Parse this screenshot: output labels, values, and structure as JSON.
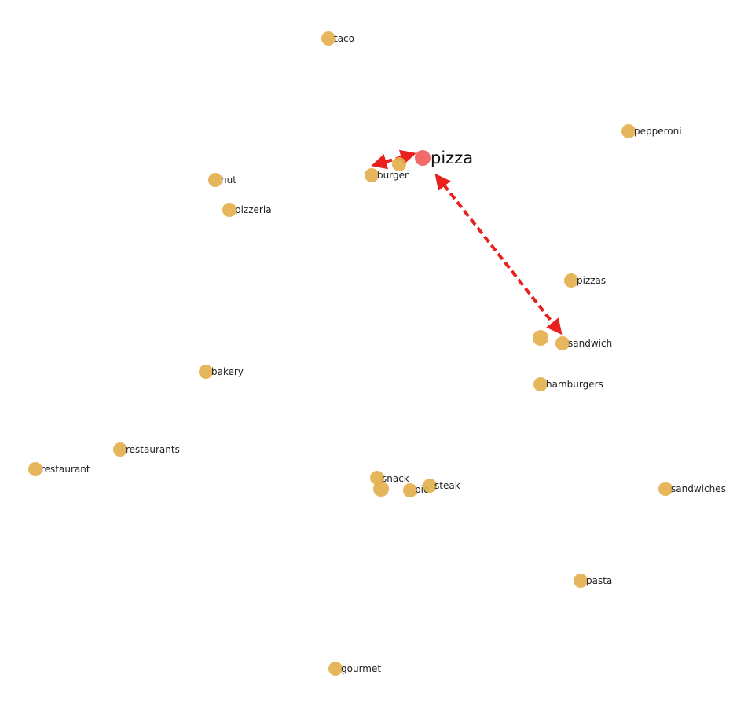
{
  "colors": {
    "point": "#e3b04e",
    "focus_point": "#f26b6b",
    "arrow": "#e8201e",
    "label": "#222222"
  },
  "focus": {
    "id": "pizza",
    "label": "pizza"
  },
  "points": [
    {
      "id": "taco",
      "label": "taco"
    },
    {
      "id": "pepperoni",
      "label": "pepperoni"
    },
    {
      "id": "burger",
      "label": "burger"
    },
    {
      "id": "burger-cluster",
      "label": ""
    },
    {
      "id": "hut",
      "label": "hut"
    },
    {
      "id": "pizzeria",
      "label": "pizzeria"
    },
    {
      "id": "pizzas",
      "label": "pizzas"
    },
    {
      "id": "sandwich-cluster",
      "label": ""
    },
    {
      "id": "sandwich",
      "label": "sandwich"
    },
    {
      "id": "hamburgers",
      "label": "hamburgers"
    },
    {
      "id": "bakery",
      "label": "bakery"
    },
    {
      "id": "restaurants",
      "label": "restaurants"
    },
    {
      "id": "restaurant",
      "label": "restaurant"
    },
    {
      "id": "snack",
      "label": "snack"
    },
    {
      "id": "snack-cluster",
      "label": ""
    },
    {
      "id": "pie",
      "label": "pie"
    },
    {
      "id": "steak",
      "label": "steak"
    },
    {
      "id": "sandwiches",
      "label": "sandwiches"
    },
    {
      "id": "pasta",
      "label": "pasta"
    },
    {
      "id": "gourmet",
      "label": "gourmet"
    }
  ],
  "arrows": [
    {
      "id": "pizza-burger",
      "from": "pizza",
      "to": "burger"
    },
    {
      "id": "pizza-sandwich",
      "from": "pizza",
      "to": "sandwich"
    }
  ]
}
